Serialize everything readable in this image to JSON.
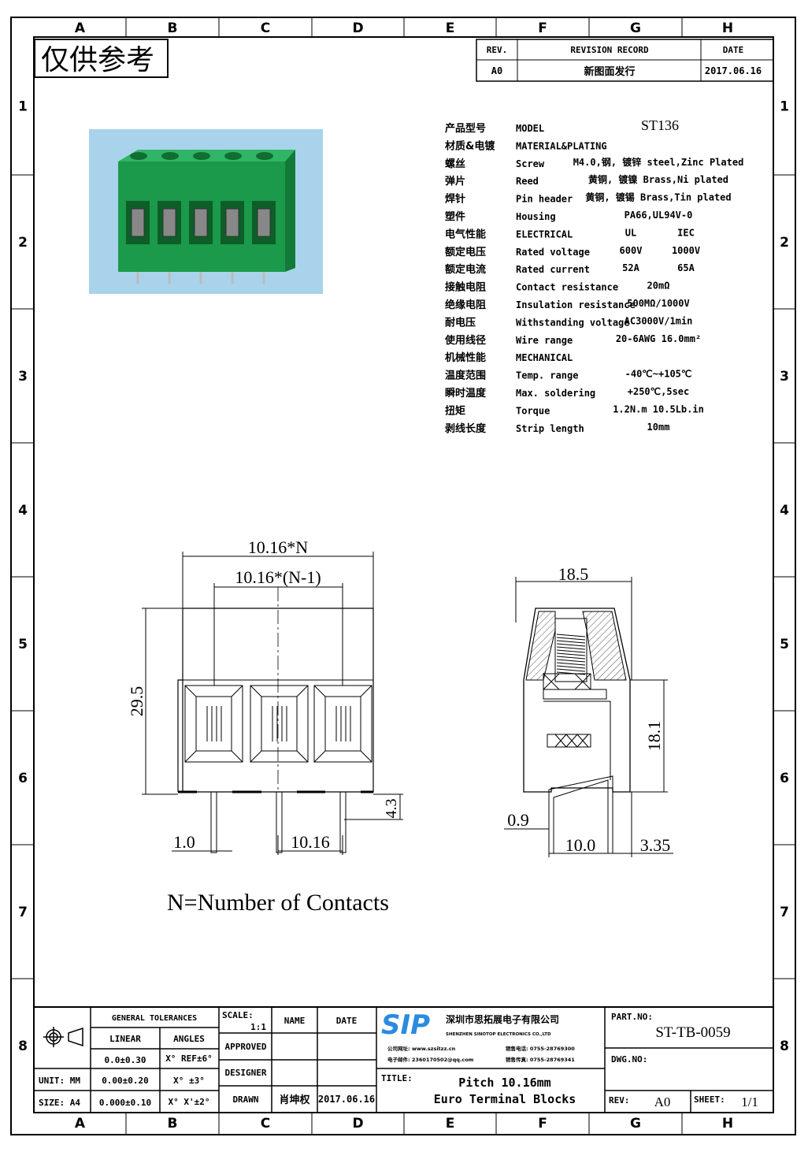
{
  "frame": {
    "columns": [
      "A",
      "B",
      "C",
      "D",
      "E",
      "F",
      "G",
      "H"
    ],
    "rows": [
      "1",
      "2",
      "3",
      "4",
      "5",
      "6",
      "7",
      "8"
    ]
  },
  "stamp": "仅供参考",
  "revision": {
    "headers": {
      "rev": "REV.",
      "record": "REVISION RECORD",
      "date": "DATE"
    },
    "rows": [
      {
        "rev": "A0",
        "record": "新图面发行",
        "date": "2017.06.16"
      }
    ]
  },
  "product_photo": {
    "color": "#1a9a4a",
    "background": "#a9d3ea"
  },
  "specs": [
    {
      "cn": "产品型号",
      "en": "MODEL",
      "v1": "ST136",
      "v2": ""
    },
    {
      "cn": "材质&电镀",
      "en": "MATERIAL&PLATING",
      "v1": "",
      "v2": ""
    },
    {
      "cn": "螺丝",
      "en": "Screw",
      "v1": "M4.0,钢, 镀锌 steel,Zinc Plated",
      "v2": ""
    },
    {
      "cn": "弹片",
      "en": "Reed",
      "v1": "黄铜, 镀镍 Brass,Ni plated",
      "v2": ""
    },
    {
      "cn": "焊针",
      "en": "Pin header",
      "v1": "黄铜, 镀锡 Brass,Tin plated",
      "v2": ""
    },
    {
      "cn": "塑件",
      "en": "Housing",
      "v1": "PA66,UL94V-0",
      "v2": ""
    },
    {
      "cn": "电气性能",
      "en": "ELECTRICAL",
      "v1": "UL",
      "v2": "IEC"
    },
    {
      "cn": "额定电压",
      "en": "Rated voltage",
      "v1": "600V",
      "v2": "1000V"
    },
    {
      "cn": "额定电流",
      "en": "Rated current",
      "v1": "52A",
      "v2": "65A"
    },
    {
      "cn": "接触电阻",
      "en": "Contact resistance",
      "v1": "20mΩ",
      "v2": ""
    },
    {
      "cn": "绝缘电阻",
      "en": "Insulation resistance",
      "v1": "500MΩ/1000V",
      "v2": ""
    },
    {
      "cn": "耐电压",
      "en": "Withstanding voltage",
      "v1": "AC3000V/1min",
      "v2": ""
    },
    {
      "cn": "使用线径",
      "en": "Wire range",
      "v1": "20-6AWG 16.0mm²",
      "v2": ""
    },
    {
      "cn": "机械性能",
      "en": "MECHANICAL",
      "v1": "",
      "v2": ""
    },
    {
      "cn": "温度范围",
      "en": "Temp. range",
      "v1": "-40℃~+105℃",
      "v2": ""
    },
    {
      "cn": "瞬时温度",
      "en": "Max. soldering",
      "v1": "+250℃,5sec",
      "v2": ""
    },
    {
      "cn": "扭矩",
      "en": "Torque",
      "v1": "1.2N.m  10.5Lb.in",
      "v2": ""
    },
    {
      "cn": "剥线长度",
      "en": "Strip length",
      "v1": "10mm",
      "v2": ""
    }
  ],
  "front_view": {
    "dim_total": "10.16*N",
    "dim_pitch_span": "10.16*(N-1)",
    "dim_height": "29.5",
    "dim_pin": "4.3",
    "dim_pin_width": "1.0",
    "dim_pitch": "10.16",
    "note": "N=Number of Contacts"
  },
  "side_view": {
    "dim_depth": "18.5",
    "dim_body_height": "18.1",
    "dim_pin": "0.9",
    "dim_pin_spacing": "10.0",
    "dim_offset": "3.35"
  },
  "title_block": {
    "general_tolerances": "GENERAL TOLERANCES",
    "linear": "LINEAR",
    "angles": "ANGLES",
    "tol_rows": [
      {
        "linear": "0.0±0.30",
        "angle": "X° REF±6°"
      },
      {
        "linear": "0.00±0.20",
        "angle": "X° ±3°"
      },
      {
        "linear": "0.000±0.10",
        "angle": "X° X'±2°"
      }
    ],
    "unit": "UNIT: MM",
    "size": "SIZE: A4",
    "scale_label": "SCALE:",
    "scale_value": "1:1",
    "name": "NAME",
    "date": "DATE",
    "approved": "APPROVED",
    "designer": "DESIGNER",
    "drawn": "DRAWN",
    "drawn_name": "肖坤权",
    "drawn_date": "2017.06.16",
    "company_logo": "SIP",
    "company_cn": "深圳市思拓展电子有限公司",
    "company_en": "SHENZHEN SINOTOP ELECTRONICS CO.,LTD",
    "contact_1": "公司网址: www.szsitzz.cn",
    "contact_2": "电子邮件: 2360170502@qq.com",
    "contact_3": "销售电话: 0755-28769300",
    "contact_4": "销售传真: 0755-28769341",
    "title_label": "TITLE:",
    "title_line1": "Pitch 10.16mm",
    "title_line2": "Euro Terminal Blocks",
    "part_no_label": "PART.NO:",
    "part_no": "ST-TB-0059",
    "dwg_no_label": "DWG.NO:",
    "rev_label": "REV:",
    "rev": "A0",
    "sheet_label": "SHEET:",
    "sheet": "1/1"
  }
}
